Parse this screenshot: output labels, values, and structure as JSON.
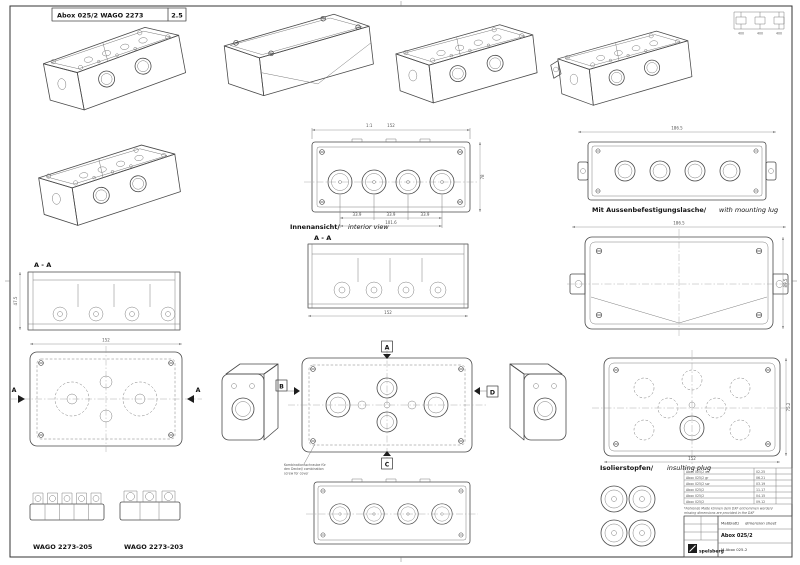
{
  "header": {
    "part_label": "Abox 025/2 WAGO 2273",
    "part_size": "2.5"
  },
  "labels": {
    "aa_left": "A - A",
    "aa_center": "A - A",
    "interior_de": "Innenansicht/",
    "interior_en": "interior view",
    "lug_de": "Mit Aussenbefestigungslasche/",
    "lug_en": "with mounting lug",
    "plug_de": "Isolierstopfen/",
    "plug_en": "insulting plug",
    "wago_left": "WAGO 2273-205",
    "wago_right": "WAGO 2273-203",
    "scale": "1:1",
    "sb_a": "A",
    "sb_b": "B",
    "sb_c": "C",
    "sb_d": "D",
    "cut_a": "A"
  },
  "schematic": {
    "v1": "400",
    "v2": "400",
    "v3": "400"
  },
  "callout": {
    "line1": "Kombinationsschraube für",
    "line2": "den Deckel/ combination",
    "line3": "screw for cover"
  },
  "note": {
    "line1": "*Fehlende Maße können dem DXF entnommen werden/",
    "line2": "missing dimensions are provided in the DXF"
  },
  "dims": {
    "w1": "152",
    "w2": "101.6",
    "pitch": "33.9",
    "h1": "78",
    "h2": "47.5",
    "lug_w": "186.5",
    "lug_h": "89.5",
    "h4": "75.2",
    "w4": "152"
  },
  "titleblock": {
    "company": "spelsberg",
    "doc_de": "Maßblatt/",
    "doc_en": "dimension sheet",
    "product": "Abox 025/2",
    "drawing_no": "M-Abox 025-2",
    "revisions": [
      {
        "name": "Abox 025/2 ws",
        "code": "02.25"
      },
      {
        "name": "Abox 025/2 gr",
        "code": "06.21"
      },
      {
        "name": "Abox 025/2 sw",
        "code": "03.19"
      },
      {
        "name": "Abox 025/2",
        "code": "11.17"
      },
      {
        "name": "Abox 025/2",
        "code": "04.15"
      },
      {
        "name": "Abox 025/2",
        "code": "09.12"
      }
    ]
  }
}
